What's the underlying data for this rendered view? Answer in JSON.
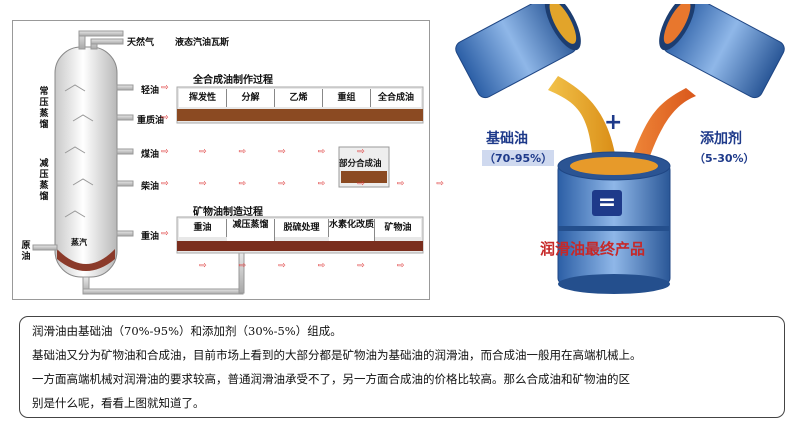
{
  "left_diagram": {
    "top_labels": [
      "天然气",
      "液态汽油瓦斯"
    ],
    "outputs": [
      "轻油",
      "重质油",
      "煤油",
      "柴油",
      "重油"
    ],
    "column_labels": {
      "atmospheric": "常压蒸馏",
      "vacuum": "减压蒸馏",
      "bottom": "蒸汽"
    },
    "crude_label": "原油",
    "synthetic_process": {
      "title": "全合成油制作过程",
      "steps": [
        "挥发性",
        "分解",
        "乙烯",
        "重组",
        "全合成油"
      ]
    },
    "semi_synthetic": "部分合成油",
    "mineral_process": {
      "title": "矿物油制造过程",
      "steps": [
        "重油",
        "减压蒸馏",
        "脱硫处理",
        "水素化改质",
        "矿物油"
      ]
    }
  },
  "right_diagram": {
    "base_oil_label": "基础油",
    "base_oil_pct": "（70-95%）",
    "additive_label": "添加剂",
    "additive_pct": "（5-30%）",
    "plus": "+",
    "equals": "=",
    "result_label": "润滑油最终产品",
    "colors": {
      "barrel_blue": "#3a6fb5",
      "oil_gold": "#e8a41c",
      "oil_orange": "#e9702a"
    }
  },
  "text": {
    "line1": "润滑油由基础油（70%-95%）和添加剂（30%-5%）组成。",
    "line2": "基础油又分为矿物油和合成油，目前市场上看到的大部分都是矿物油为基础油的润滑油，而合成油一般用在高端机械上。",
    "line3": "一方面高端机械对润滑油的要求较高，普通润滑油承受不了，另一方面合成油的价格比较高。那么合成油和矿物油的区",
    "line4": "别是什么呢，看看上图就知道了。"
  }
}
